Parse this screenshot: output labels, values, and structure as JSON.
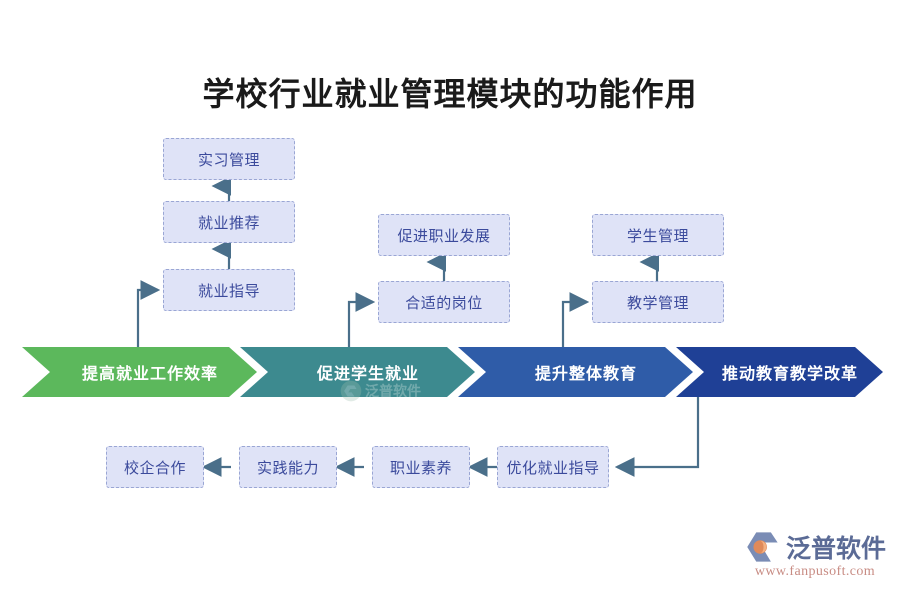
{
  "page": {
    "title": "学校行业就业管理模块的功能作用",
    "background_color": "#ffffff"
  },
  "colors": {
    "title_text": "#1a1a1a",
    "node_fill": "#dfe3f7",
    "node_border": "#9aa6d4",
    "node_text": "#3b4a9c",
    "connector": "#4a6f8a",
    "chevron_1": "#5cb85c",
    "chevron_2": "#3d8a8f",
    "chevron_3": "#2f5ca8",
    "chevron_4": "#1f4096",
    "chevron_text": "#ffffff",
    "logo_text": "#5b6b96",
    "logo_url": "#c88c84",
    "logo_mark": "#e08a5a"
  },
  "flow": {
    "stages": [
      {
        "label": "提高就业工作效率",
        "color_key": "chevron_1"
      },
      {
        "label": "促进学生就业",
        "color_key": "chevron_2"
      },
      {
        "label": "提升整体教育",
        "color_key": "chevron_3"
      },
      {
        "label": "推动教育教学改革",
        "color_key": "chevron_4"
      }
    ]
  },
  "upper_branches": [
    {
      "stage": "提高就业工作效率",
      "nodes": [
        "实习管理",
        "就业推荐",
        "就业指导"
      ]
    },
    {
      "stage": "促进学生就业",
      "nodes": [
        "促进职业发展",
        "合适的岗位"
      ]
    },
    {
      "stage": "提升整体教育",
      "nodes": [
        "学生管理",
        "教学管理"
      ]
    }
  ],
  "lower_chain": {
    "stage": "推动教育教学改革",
    "nodes": [
      "优化就业指导",
      "职业素养",
      "实践能力",
      "校企合作"
    ],
    "direction": "right-to-left"
  },
  "nodes": {
    "shixi_guanli": "实习管理",
    "jiuye_tuijian": "就业推荐",
    "jiuye_zhidao": "就业指导",
    "cujin_zhiye_fazhan": "促进职业发展",
    "heshi_de_gangwei": "合适的岗位",
    "xuesheng_guanli": "学生管理",
    "jiaoxue_guanli": "教学管理",
    "youhua_jiuye_zhidao": "优化就业指导",
    "zhiye_suyang": "职业素养",
    "shijian_nengli": "实践能力",
    "xiaoqi_hezuo": "校企合作"
  },
  "branding": {
    "logo_name": "泛普软件",
    "logo_url": "www.fanpusoft.com",
    "watermark_name": "泛普软件"
  }
}
